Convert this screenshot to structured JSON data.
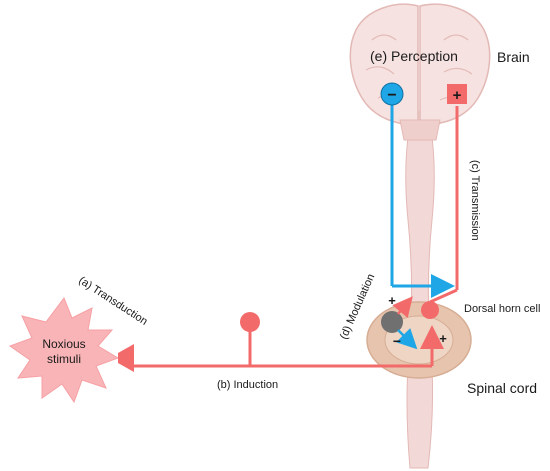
{
  "labels": {
    "perception": "(e) Perception",
    "brain": "Brain",
    "transmission": "(c) Transmission",
    "transduction": "(a) Transduction",
    "modulation": "(d) Modulation",
    "dorsal_horn": "Dorsal horn cell",
    "induction": "(b) Induction",
    "spinal_cord": "Spinal cord",
    "stimulus_line1": "Noxious",
    "stimulus_line2": "stimuli"
  },
  "signs": {
    "inhibitory": "−",
    "excitatory": "+",
    "mod_plus": "+",
    "mod_minus": "−",
    "dh_plus": "+"
  },
  "colors": {
    "ascending_red": "#f36a6a",
    "descending_blue": "#1ea6e6",
    "anatomy_pink": "#f2d8d6",
    "anatomy_outline": "#e3b9b6",
    "spinal_gray": "#e6c4ae",
    "starburst": "#f9b4b7",
    "modulation_gray": "#707070"
  }
}
